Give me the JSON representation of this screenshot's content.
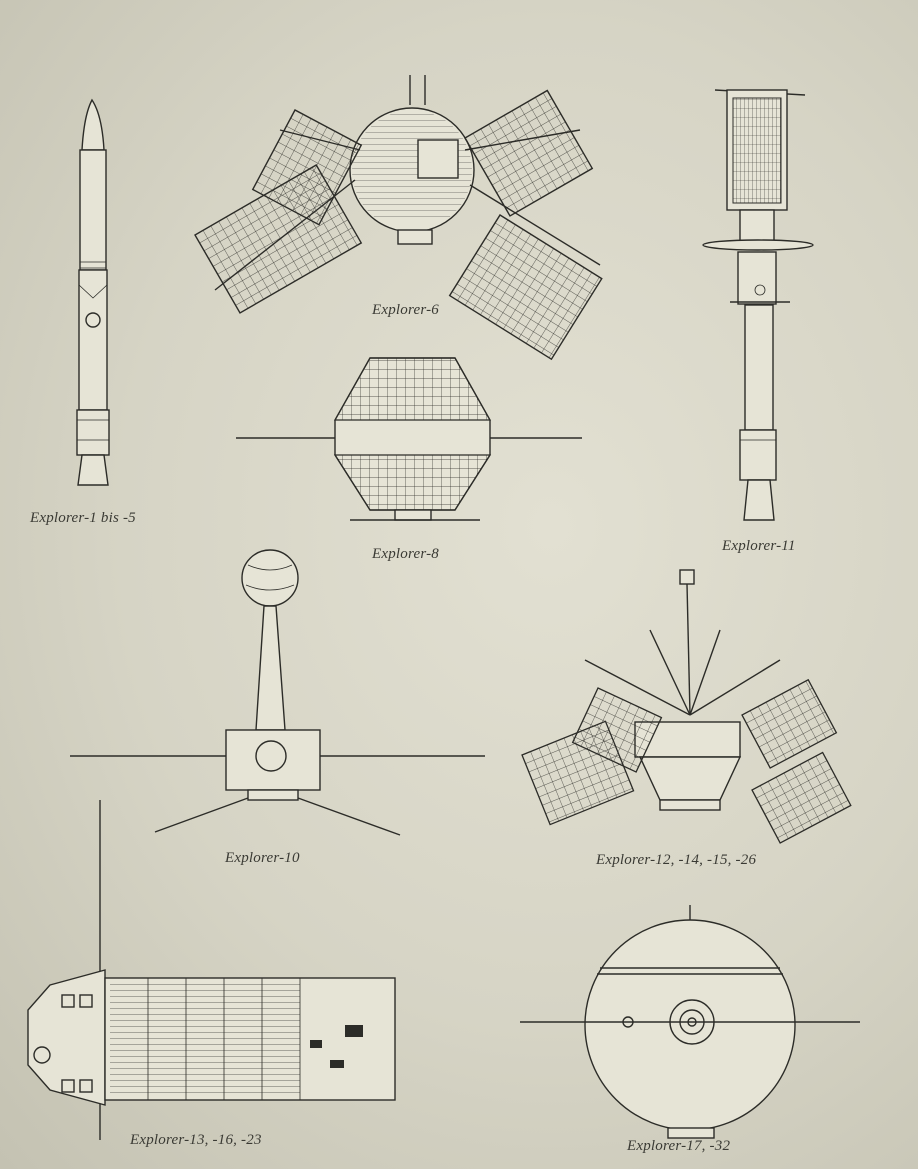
{
  "captions": {
    "explorer_1_5": "Explorer-1 bis -5",
    "explorer_6": "Explorer-6",
    "explorer_8": "Explorer-8",
    "explorer_11": "Explorer-11",
    "explorer_10": "Explorer-10",
    "explorer_12": "Explorer-12, -14, -15, -26",
    "explorer_13": "Explorer-13, -16, -23",
    "explorer_17": "Explorer-17, -32"
  }
}
